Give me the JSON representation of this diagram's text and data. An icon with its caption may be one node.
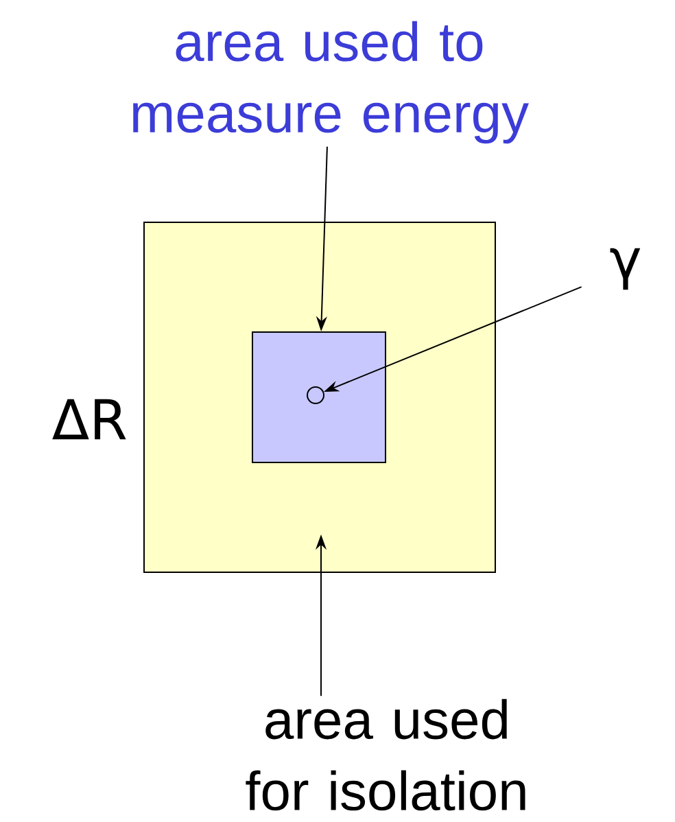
{
  "diagram": {
    "nodes": [
      {
        "text": [],
        "shape": "box",
        "beside": [
          "ΔR"
        ]
      },
      {
        "text": [],
        "shape": "box",
        "in": 0
      },
      {
        "text": [],
        "shape": "circle",
        "in": 1
      },
      {
        "text": [
          "area used to measure energy"
        ]
      },
      {
        "text": [
          "γ"
        ]
      },
      {
        "text": [
          "area used for isolation"
        ]
      }
    ],
    "edges": [
      {
        "from": 3,
        "to": 1,
        "arrow": "to"
      },
      {
        "from": 4,
        "to": 2,
        "arrow": "to"
      },
      {
        "from": 5,
        "to": 0,
        "arrow": "to"
      }
    ]
  }
}
